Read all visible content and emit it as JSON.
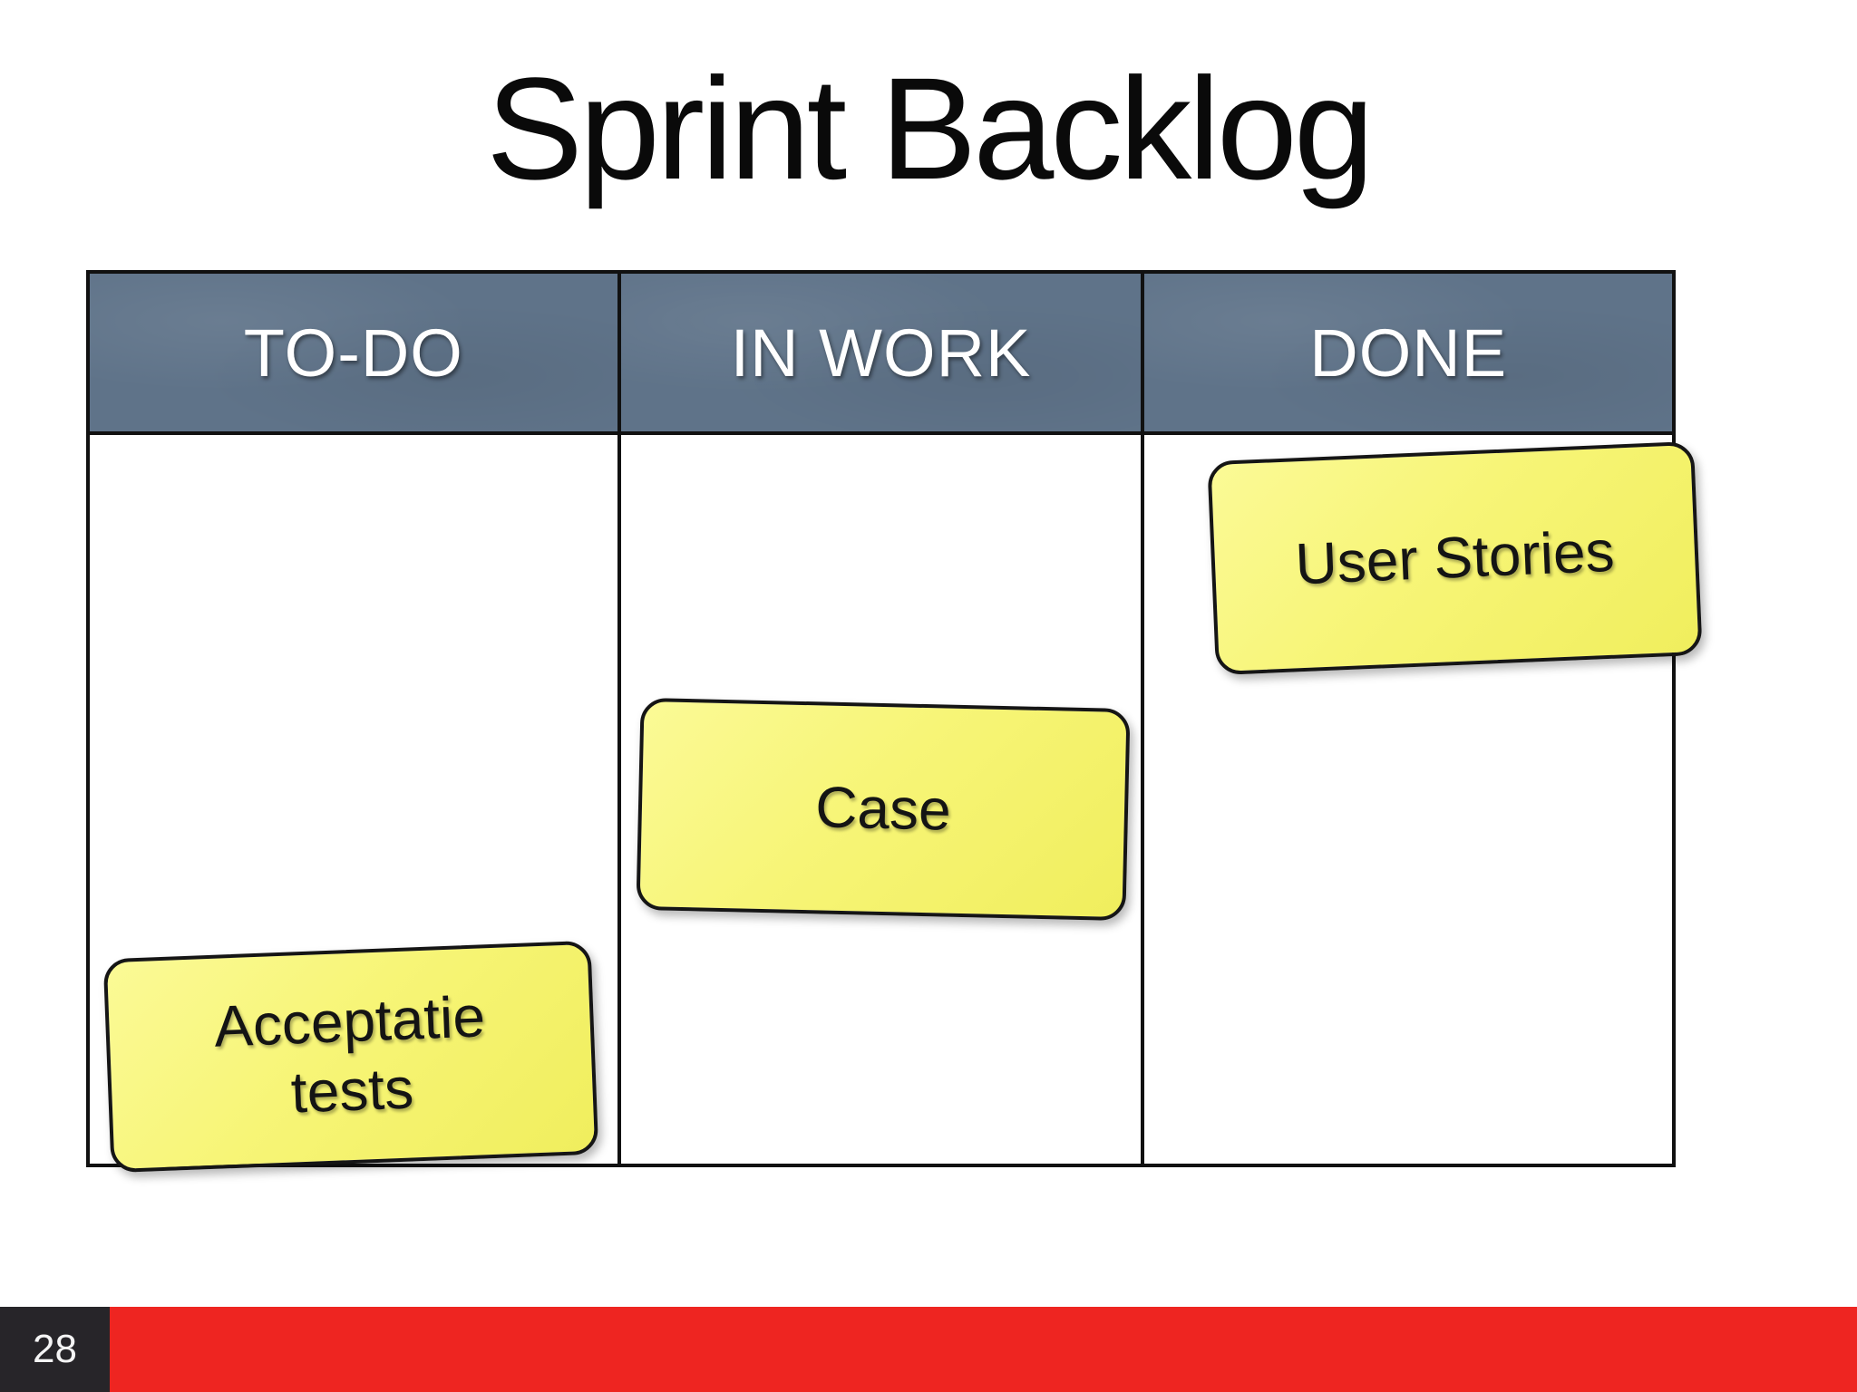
{
  "slide": {
    "title": "Sprint Backlog",
    "page_number": "28"
  },
  "board": {
    "columns": [
      {
        "header": "TO-DO",
        "notes": [
          {
            "text": "Acceptatie tests"
          }
        ]
      },
      {
        "header": "IN WORK",
        "notes": [
          {
            "text": "Case"
          }
        ]
      },
      {
        "header": "DONE",
        "notes": [
          {
            "text": "User Stories"
          }
        ]
      }
    ]
  },
  "colors": {
    "header_bg": "#5f7389",
    "note_yellow": "#f7f577",
    "footer_red": "#ee2521",
    "page_box_bg": "#272529",
    "table_border": "#111111"
  }
}
